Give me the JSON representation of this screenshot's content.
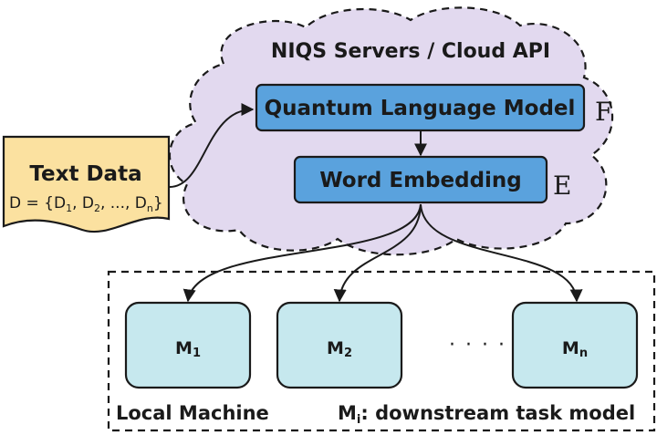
{
  "cloud": {
    "title": "NIQS Servers / Cloud API"
  },
  "model_box": {
    "label": "Quantum Language Model",
    "symbol": "F"
  },
  "embedding_box": {
    "label": "Word Embedding",
    "symbol": "E"
  },
  "text_data": {
    "title": "Text Data",
    "formula": "D = {D",
    "sub1": "1",
    "sep1": ", D",
    "sub2": "2",
    "sep2": ", ..., D",
    "subn": "n",
    "close": "}"
  },
  "machines": [
    {
      "label": "M",
      "sub": "1"
    },
    {
      "label": "M",
      "sub": "2"
    },
    {
      "label": "M",
      "sub": "n"
    }
  ],
  "ellipsis": "· · · · · ·",
  "local_machine": {
    "label": "Local Machine"
  },
  "downstream": {
    "prefix": "M",
    "sub": "i",
    "text": ": downstream task model"
  },
  "colors": {
    "cloud_fill": "#e2d9ef",
    "box_fill": "#5aa2dd",
    "doc_fill": "#fbe1a0",
    "machine_fill": "#c6e8ee",
    "stroke": "#1a1a1a"
  }
}
